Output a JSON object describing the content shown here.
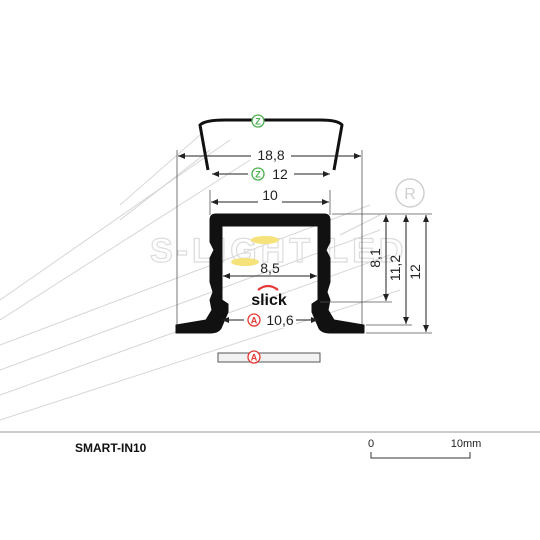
{
  "product": {
    "code": "SMART-IN10"
  },
  "brand": {
    "watermark": "S-LIGHT LED",
    "registered": "®"
  },
  "logo": {
    "text": "slick"
  },
  "badges": {
    "cover": "Z",
    "mount": "A"
  },
  "dimensions": {
    "cover_width": "18,8",
    "cover_inner": "12",
    "top_opening": "10",
    "inner_width": "8,5",
    "base_width": "10,6",
    "depth_inner": "8,1",
    "depth_mid": "11,2",
    "height_total": "12"
  },
  "scale": {
    "start": "0",
    "end": "10mm"
  },
  "colors": {
    "profile": "#111111",
    "badge_z": "#4caf50",
    "badge_a": "#e53935",
    "led": "#f5e27a"
  }
}
